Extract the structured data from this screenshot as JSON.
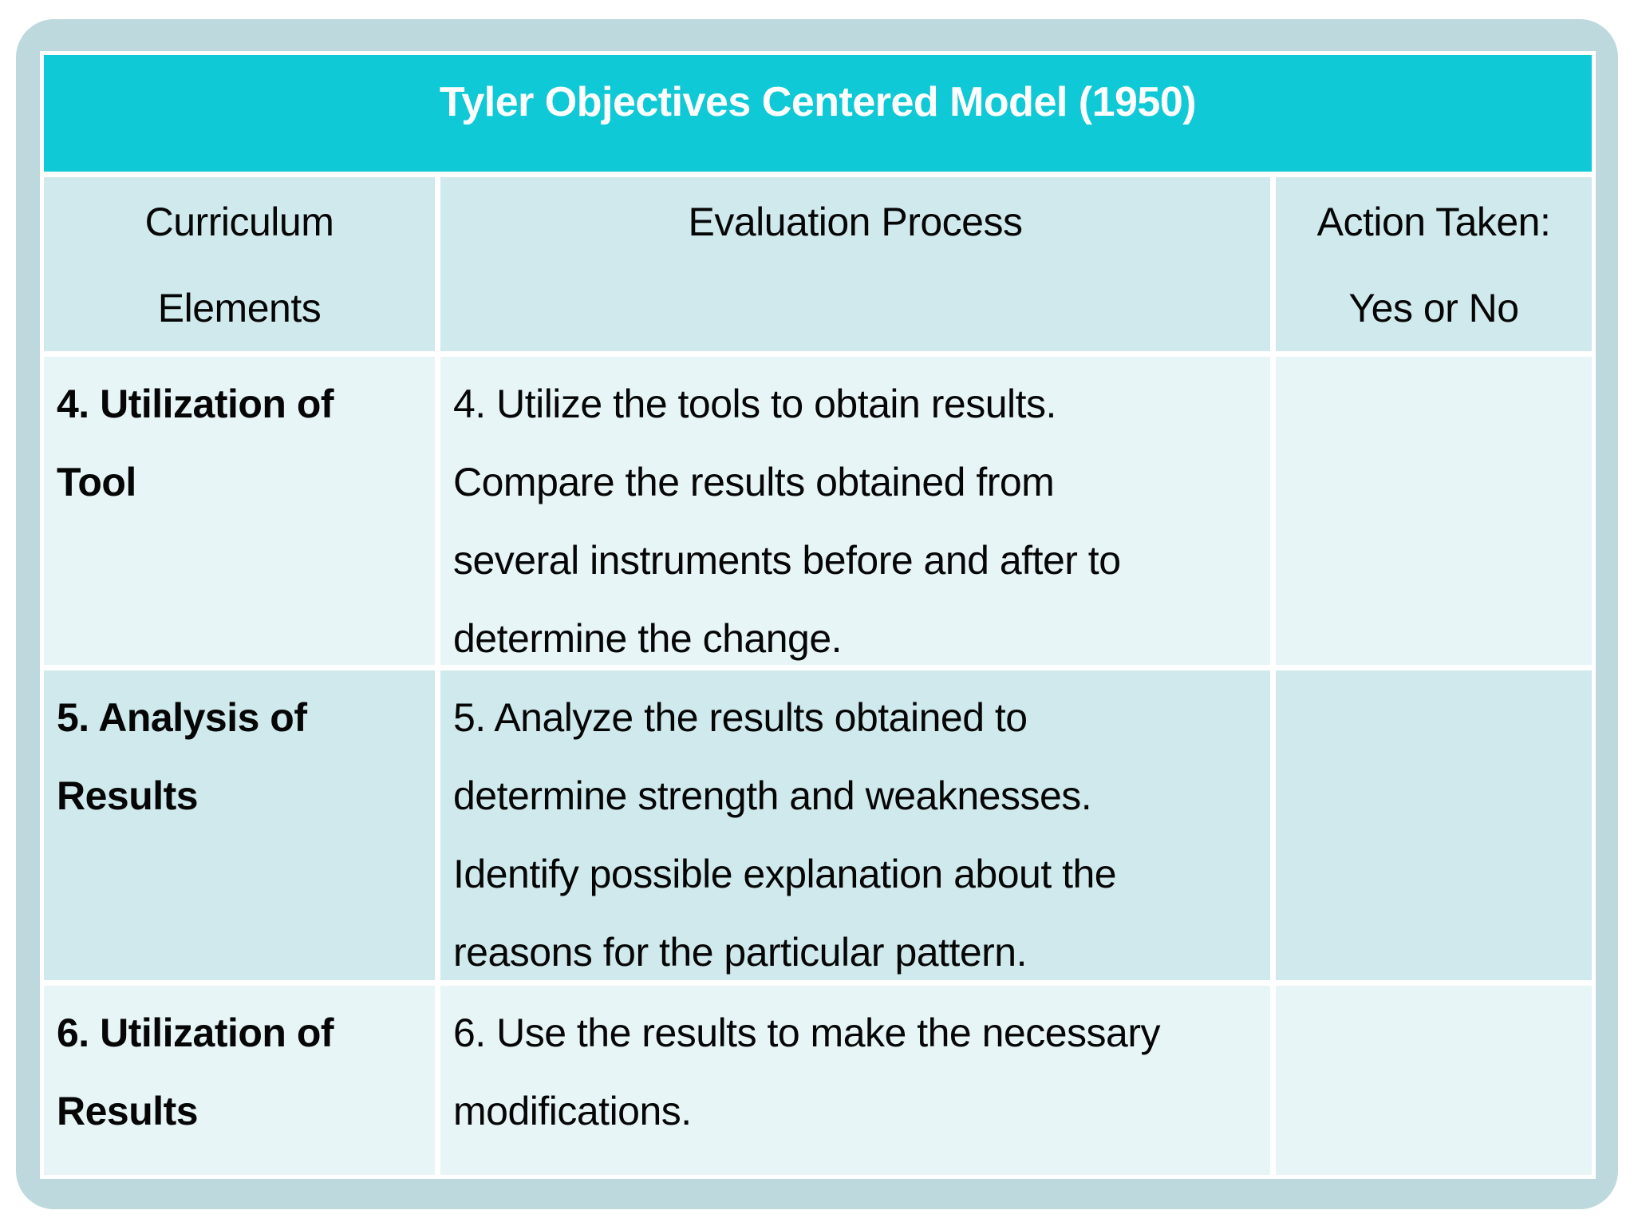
{
  "slide": {
    "title": "Tyler Objectives Centered Model (1950)",
    "columns": {
      "curriculum_elements": "Curriculum\nElements",
      "evaluation_process": "Evaluation Process",
      "action_taken": "Action Taken:\nYes or No"
    },
    "rows": [
      {
        "element": "4. Utilization of\nTool",
        "process": "4. Utilize the tools to obtain results.\nCompare the results obtained from\nseveral instruments before and after to\ndetermine the change.",
        "action": ""
      },
      {
        "element": "5. Analysis of\nResults",
        "process": "5. Analyze the results obtained to\ndetermine strength and weaknesses.\nIdentify possible explanation about the\nreasons for the particular pattern.",
        "action": ""
      },
      {
        "element": "6. Utilization of\nResults",
        "process": "6. Use the results to make the necessary\nmodifications.",
        "action": ""
      }
    ],
    "colors": {
      "title_band": "#10c9d6",
      "frame": "#bed9dd",
      "row_dark": "#cfe9ed",
      "row_light": "#e7f5f7",
      "grid_lines": "#ffffff",
      "title_text": "#ffffff",
      "body_text": "#060606"
    }
  }
}
